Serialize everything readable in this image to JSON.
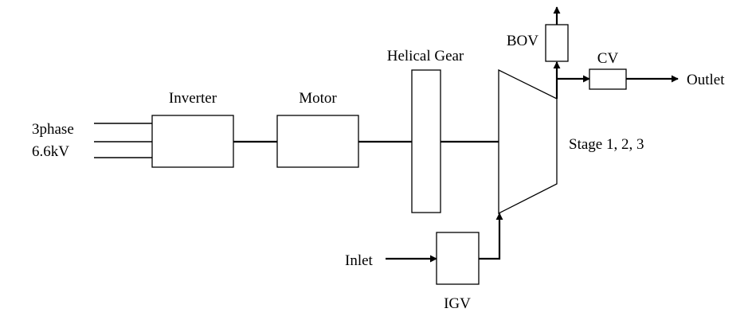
{
  "labels": {
    "supply_line1": "3phase",
    "supply_line2": "6.6kV",
    "inverter": "Inverter",
    "motor": "Motor",
    "helical_gear": "Helical Gear",
    "bov": "BOV",
    "cv": "CV",
    "outlet": "Outlet",
    "stages": "Stage 1, 2, 3",
    "inlet": "Inlet",
    "igv": "IGV"
  }
}
